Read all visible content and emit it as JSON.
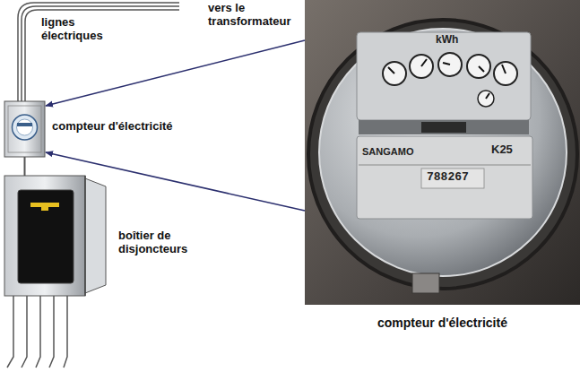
{
  "diagram": {
    "nodes": [
      {
        "text": [
          "compteur d'électricité"
        ]
      },
      {
        "text": [
          "boîtier de disjoncteurs"
        ]
      },
      {
        "text": [
          "compteur d'électricité"
        ]
      }
    ],
    "edges": [
      {
        "from": 0,
        "to": 1,
        "arrow": "none"
      },
      {
        "from": 2,
        "to": 0,
        "arrow": "to"
      },
      {
        "from": 2,
        "to": 0,
        "arrow": "to"
      }
    ],
    "labels": [
      "lignes électriques",
      "vers le transformateur",
      "kWh",
      "SANGAMO",
      "K25",
      "788267"
    ]
  }
}
